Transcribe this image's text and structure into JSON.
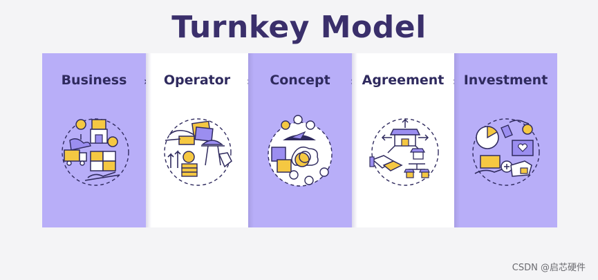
{
  "title": "Turnkey Model",
  "chevron": "»",
  "steps": [
    {
      "label": "Business",
      "bg": "purple"
    },
    {
      "label": "Operator",
      "bg": "white"
    },
    {
      "label": "Concept",
      "bg": "purple"
    },
    {
      "label": "Agreement",
      "bg": "white"
    },
    {
      "label": "Investment",
      "bg": "purple"
    }
  ],
  "colors": {
    "purple": "#b8aef8",
    "white": "#ffffff",
    "navy": "#2f2a5e",
    "yellow": "#f5c842",
    "lilac": "#9b8ef0"
  },
  "watermark": "CSDN @启芯硬件"
}
